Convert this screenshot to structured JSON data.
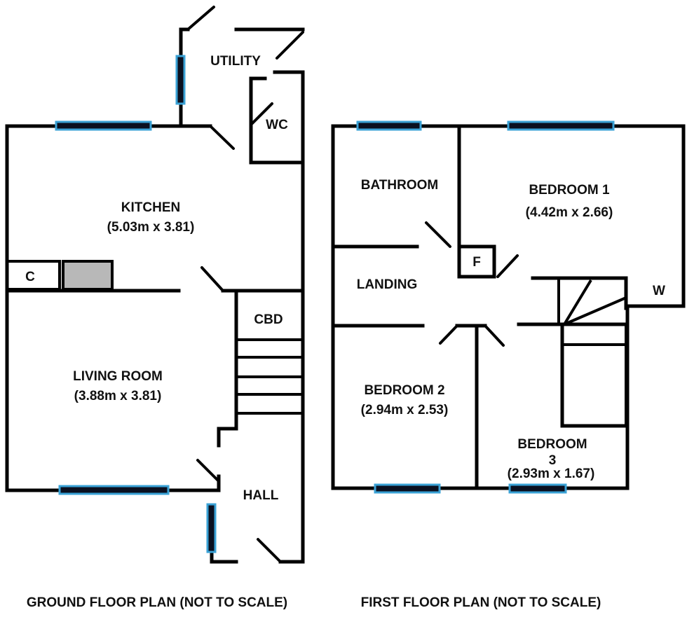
{
  "colors": {
    "walls": "#000000",
    "window_fill": "#0a1020",
    "window_edge": "#3aa2d6",
    "chimney_fill": "#b8b8b8",
    "text": "#111111"
  },
  "ground_floor": {
    "caption": "GROUND FLOOR PLAN (NOT TO SCALE)",
    "rooms": {
      "utility": "UTILITY",
      "wc": "WC",
      "kitchen": "KITCHEN",
      "kitchen_dims": "(5.03m x 3.81)",
      "cupboard": "C",
      "cbd": "CBD",
      "living_room": "LIVING ROOM",
      "living_room_dims": "(3.88m x 3.81)",
      "hall": "HALL"
    }
  },
  "first_floor": {
    "caption": "FIRST FLOOR PLAN (NOT TO SCALE)",
    "rooms": {
      "bathroom": "BATHROOM",
      "bedroom1": "BEDROOM 1",
      "bedroom1_dims": "(4.42m x 2.66)",
      "flue": "F",
      "landing": "LANDING",
      "wardrobe": "W",
      "bedroom2": "BEDROOM 2",
      "bedroom2_dims": "(2.94m x 2.53)",
      "bedroom3_line1": "BEDROOM",
      "bedroom3_line2": "3",
      "bedroom3_dims": "(2.93m x 1.67)"
    }
  }
}
